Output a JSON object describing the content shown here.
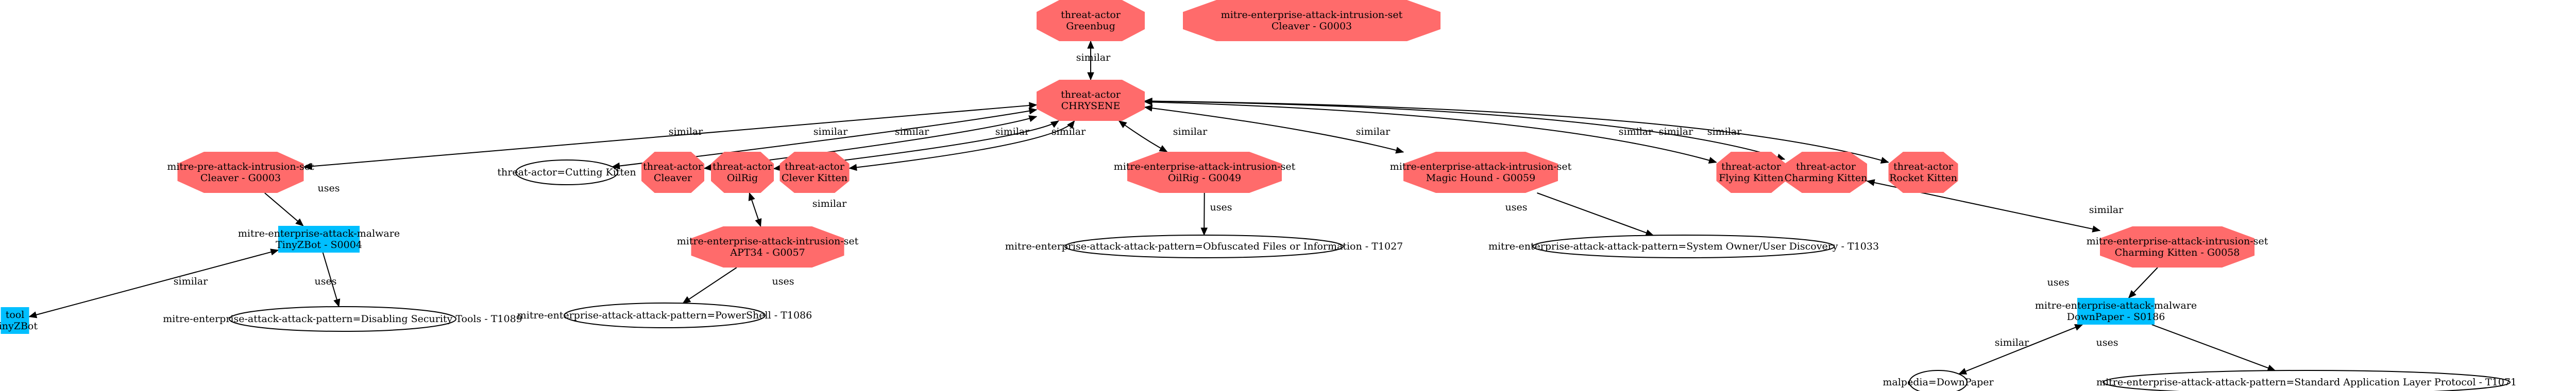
{
  "colors": {
    "intrusion_set": "#ff6b6b",
    "malware": "#00bfff",
    "tool": "#00bfff",
    "text": "#000000",
    "edge": "#000000",
    "background": "#ffffff"
  },
  "nodes": [
    {
      "id": "greenbug",
      "shape": "octagon",
      "lines": [
        "threat-actor",
        "Greenbug"
      ]
    },
    {
      "id": "ent-cleaver-g0003",
      "shape": "octagon",
      "lines": [
        "mitre-enterprise-attack-intrusion-set",
        "Cleaver - G0003"
      ]
    },
    {
      "id": "chrysene",
      "shape": "octagon",
      "lines": [
        "threat-actor",
        "CHRYSENE"
      ]
    },
    {
      "id": "pre-cleaver-g0003",
      "shape": "octagon",
      "lines": [
        "mitre-pre-attack-intrusion-set",
        "Cleaver - G0003"
      ]
    },
    {
      "id": "cutting-kitten",
      "shape": "ellipse",
      "lines": [
        "threat-actor=Cutting Kitten"
      ]
    },
    {
      "id": "cleaver",
      "shape": "octagon",
      "lines": [
        "threat-actor",
        "Cleaver"
      ]
    },
    {
      "id": "oilrig",
      "shape": "octagon",
      "lines": [
        "threat-actor",
        "OilRig"
      ]
    },
    {
      "id": "clever-kitten",
      "shape": "octagon",
      "lines": [
        "threat-actor",
        "Clever Kitten"
      ]
    },
    {
      "id": "oilrig-g0049",
      "shape": "octagon",
      "lines": [
        "mitre-enterprise-attack-intrusion-set",
        "OilRig - G0049"
      ]
    },
    {
      "id": "magic-hound-g0059",
      "shape": "octagon",
      "lines": [
        "mitre-enterprise-attack-intrusion-set",
        "Magic Hound - G0059"
      ]
    },
    {
      "id": "flying-kitten",
      "shape": "octagon",
      "lines": [
        "threat-actor",
        "Flying Kitten"
      ]
    },
    {
      "id": "charming-kitten",
      "shape": "octagon",
      "lines": [
        "threat-actor",
        "Charming Kitten"
      ]
    },
    {
      "id": "rocket-kitten",
      "shape": "octagon",
      "lines": [
        "threat-actor",
        "Rocket Kitten"
      ]
    },
    {
      "id": "tinyzbot-s0004",
      "shape": "box",
      "lines": [
        "mitre-enterprise-attack-malware",
        "TinyZBot - S0004"
      ]
    },
    {
      "id": "apt34-g0057",
      "shape": "octagon",
      "lines": [
        "mitre-enterprise-attack-intrusion-set",
        "APT34 - G0057"
      ]
    },
    {
      "id": "t1027",
      "shape": "ellipse",
      "lines": [
        "mitre-enterprise-attack-attack-pattern=Obfuscated Files or Information - T1027"
      ]
    },
    {
      "id": "t1033",
      "shape": "ellipse",
      "lines": [
        "mitre-enterprise-attack-attack-pattern=System Owner/User Discovery - T1033"
      ]
    },
    {
      "id": "charming-kitten-g0058",
      "shape": "octagon",
      "lines": [
        "mitre-enterprise-attack-intrusion-set",
        "Charming Kitten - G0058"
      ]
    },
    {
      "id": "tool-tinyzbot",
      "shape": "box",
      "lines": [
        "tool",
        "TinyZBot"
      ]
    },
    {
      "id": "t1089",
      "shape": "ellipse",
      "lines": [
        "mitre-enterprise-attack-attack-pattern=Disabling Security Tools - T1089"
      ]
    },
    {
      "id": "t1086",
      "shape": "ellipse",
      "lines": [
        "mitre-enterprise-attack-attack-pattern=PowerShell - T1086"
      ]
    },
    {
      "id": "downpaper-s0186",
      "shape": "box",
      "lines": [
        "mitre-enterprise-attack-malware",
        "DownPaper - S0186"
      ]
    },
    {
      "id": "malpedia-downpaper",
      "shape": "ellipse",
      "lines": [
        "malpedia=DownPaper"
      ]
    },
    {
      "id": "t1071",
      "shape": "ellipse",
      "lines": [
        "mitre-enterprise-attack-attack-pattern=Standard Application Layer Protocol - T1071"
      ]
    }
  ],
  "edges": [
    {
      "from": "greenbug",
      "to": "chrysene",
      "label": "similar",
      "dir": "both"
    },
    {
      "from": "chrysene",
      "to": "pre-cleaver-g0003",
      "label": "similar",
      "dir": "both"
    },
    {
      "from": "chrysene",
      "to": "cutting-kitten",
      "label": "similar",
      "dir": "both"
    },
    {
      "from": "chrysene",
      "to": "cleaver",
      "label": "similar",
      "dir": "both"
    },
    {
      "from": "chrysene",
      "to": "oilrig",
      "label": "similar",
      "dir": "both"
    },
    {
      "from": "chrysene",
      "to": "clever-kitten",
      "label": "similar",
      "dir": "both"
    },
    {
      "from": "chrysene",
      "to": "oilrig-g0049",
      "label": "similar",
      "dir": "both"
    },
    {
      "from": "chrysene",
      "to": "magic-hound-g0059",
      "label": "similar",
      "dir": "both"
    },
    {
      "from": "chrysene",
      "to": "flying-kitten",
      "label": "similar",
      "dir": "both"
    },
    {
      "from": "chrysene",
      "to": "charming-kitten",
      "label": "similar",
      "dir": "both"
    },
    {
      "from": "chrysene",
      "to": "rocket-kitten",
      "label": "similar",
      "dir": "both"
    },
    {
      "from": "pre-cleaver-g0003",
      "to": "tinyzbot-s0004",
      "label": "uses",
      "dir": "forward"
    },
    {
      "from": "oilrig",
      "to": "apt34-g0057",
      "label": "similar",
      "dir": "both"
    },
    {
      "from": "oilrig-g0049",
      "to": "t1027",
      "label": "uses",
      "dir": "forward"
    },
    {
      "from": "magic-hound-g0059",
      "to": "t1033",
      "label": "uses",
      "dir": "forward"
    },
    {
      "from": "charming-kitten",
      "to": "charming-kitten-g0058",
      "label": "similar",
      "dir": "both"
    },
    {
      "from": "tinyzbot-s0004",
      "to": "tool-tinyzbot",
      "label": "similar",
      "dir": "both"
    },
    {
      "from": "tinyzbot-s0004",
      "to": "t1089",
      "label": "uses",
      "dir": "forward"
    },
    {
      "from": "apt34-g0057",
      "to": "t1086",
      "label": "uses",
      "dir": "forward"
    },
    {
      "from": "charming-kitten-g0058",
      "to": "downpaper-s0186",
      "label": "uses",
      "dir": "forward"
    },
    {
      "from": "downpaper-s0186",
      "to": "malpedia-downpaper",
      "label": "similar",
      "dir": "both"
    },
    {
      "from": "downpaper-s0186",
      "to": "t1071",
      "label": "uses",
      "dir": "forward"
    }
  ]
}
